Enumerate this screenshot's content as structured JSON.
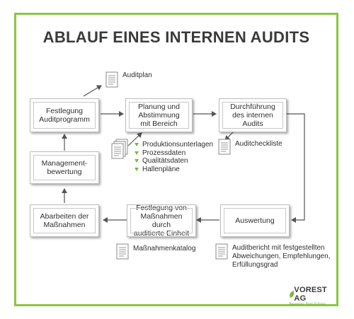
{
  "title": "ABLAUF EINES INTERNEN AUDITS",
  "boxes": {
    "festlegung_auditprogramm": "Festlegung\nAuditprogramm",
    "planung": "Planung und\nAbstimmung\nmit Bereich",
    "durchfuehrung": "Durchführung\ndes internen\nAudits",
    "management": "Management-\nbewertung",
    "abarbeiten": "Abarbeiten der\nMaßnahmen",
    "festlegung_massnahmen": "Festlegung von\nMaßnahmen durch\nauditierte Einheit",
    "auswertung": "Auswertung"
  },
  "documents": {
    "auditplan": "Auditplan",
    "auditcheckliste": "Auditcheckliste",
    "massnahmenkatalog": "Maßnahmenkatalog",
    "auditbericht": "Auditbericht mit festgestellten\nAbweichungen, Empfehlungen,\nErfüllungsgrad"
  },
  "planning_inputs": [
    "Produktionsunterlagen",
    "Prozessdaten",
    "Qualitätsdaten",
    "Hallenpläne"
  ],
  "logo": {
    "name": "VOREST AG",
    "slogan": "Bausteine Ihres Erfolgs",
    "icon": "leaf-icon"
  },
  "colors": {
    "frame": "#8cc63f",
    "accent": "#7ab83a",
    "arrow": "#555555"
  }
}
